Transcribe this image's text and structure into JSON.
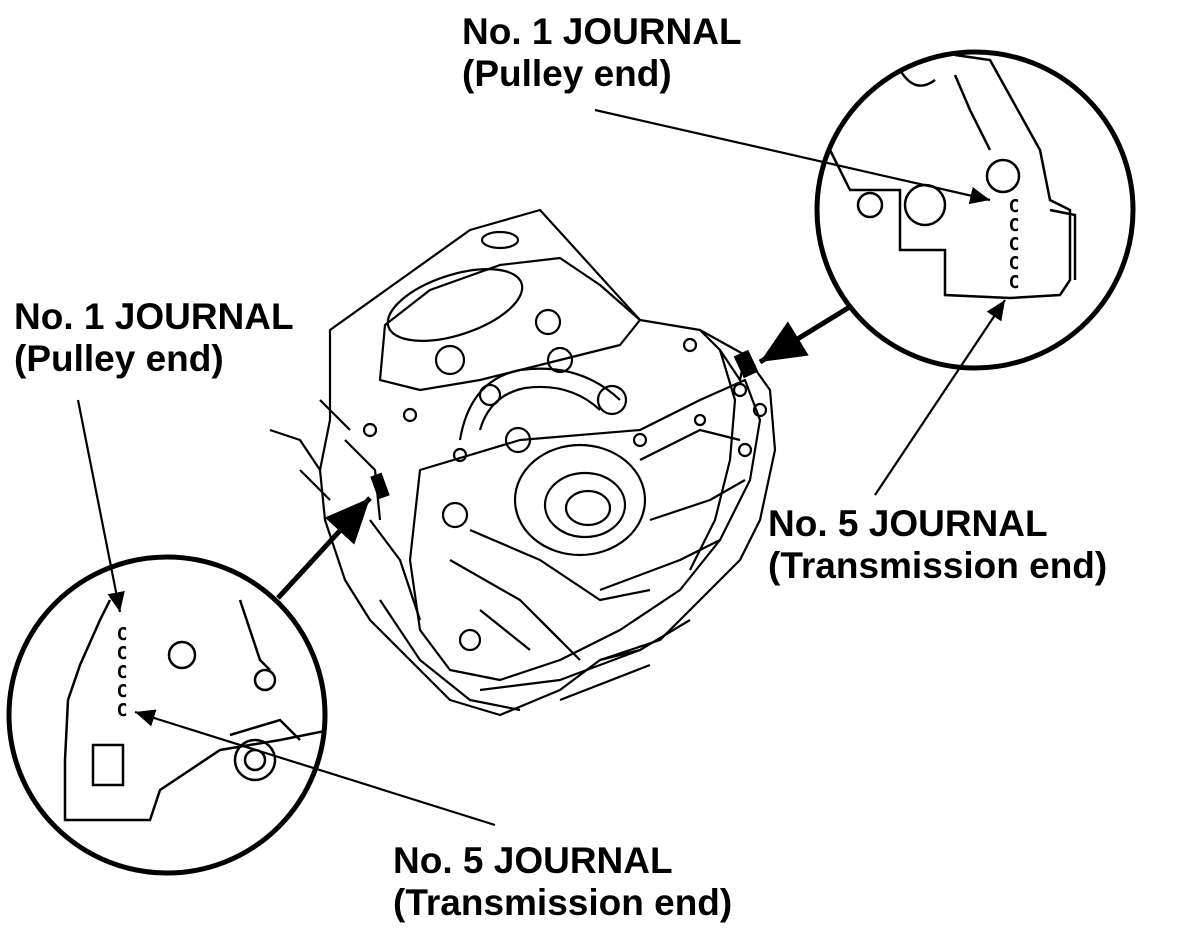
{
  "labels": {
    "top_right": {
      "line1": "No. 1 JOURNAL",
      "line2": "(Pulley end)"
    },
    "left": {
      "line1": "No. 1 JOURNAL",
      "line2": "(Pulley end)"
    },
    "mid_right": {
      "line1": "No. 5 JOURNAL",
      "line2": "(Transmission end)"
    },
    "bottom": {
      "line1": "No. 5 JOURNAL",
      "line2": "(Transmission end)"
    }
  },
  "journal_codes": {
    "right_inset": [
      "C",
      "C",
      "C",
      "C",
      "C"
    ],
    "left_inset": [
      "C",
      "C",
      "C",
      "C",
      "C"
    ]
  },
  "colors": {
    "line": "#000000",
    "background": "#ffffff"
  }
}
